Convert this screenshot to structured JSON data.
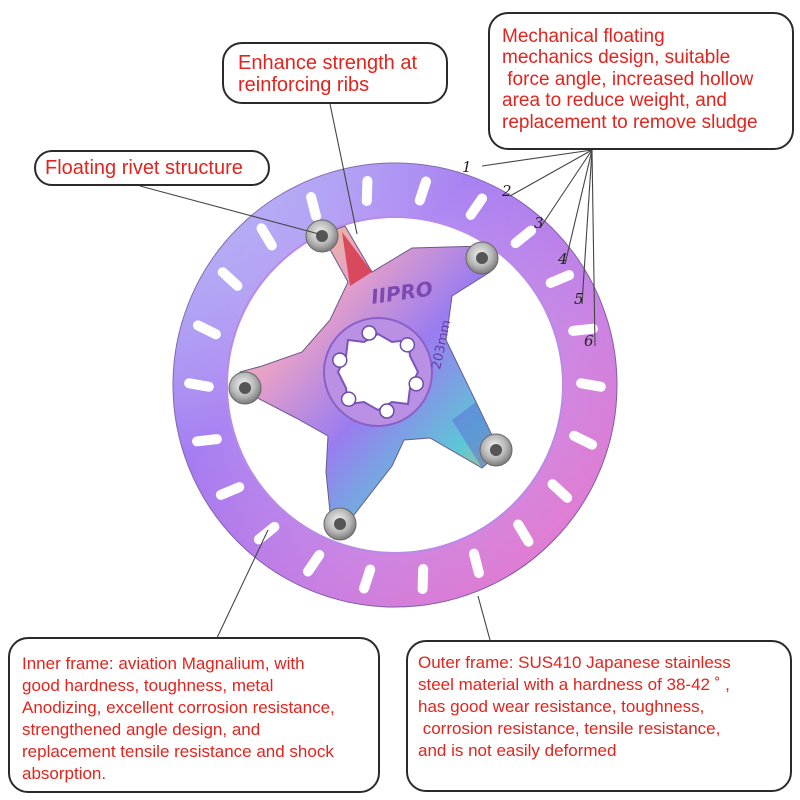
{
  "callouts": {
    "ribs": {
      "lines": [
        "Enhance strength at",
        "reinforcing ribs"
      ]
    },
    "mechanical": {
      "lines": [
        "Mechanical floating",
        "mechanics design, suitable",
        " force angle, increased hollow",
        "area to reduce weight, and",
        "replacement to remove sludge"
      ]
    },
    "rivet": {
      "lines": [
        "Floating rivet structure"
      ]
    },
    "inner": {
      "lines": [
        "Inner frame: aviation Magnalium, with",
        "good hardness, toughness, metal",
        "Anodizing, excellent corrosion resistance,",
        "strengthened angle design, and",
        "replacement tensile resistance and shock",
        "absorption."
      ]
    },
    "outer": {
      "lines": [
        "Outer frame: SUS410 Japanese stainless",
        "steel material with a hardness of 38-42 ˚ ,",
        "has good wear resistance, toughness,",
        " corrosion resistance, tensile resistance,",
        "and is not easily deformed"
      ]
    }
  },
  "markers": [
    "1",
    "2",
    "3",
    "4",
    "5",
    "6"
  ],
  "rotor_print": {
    "brand": "IIPRO",
    "size": "203mm"
  },
  "colors": {
    "callout_text": "#e3231d",
    "callout_border": "#2a2a2a",
    "rotor_purple": "#9a6cf0",
    "rotor_pink": "#f07cc8",
    "spider_gold": "#e8c24a"
  }
}
